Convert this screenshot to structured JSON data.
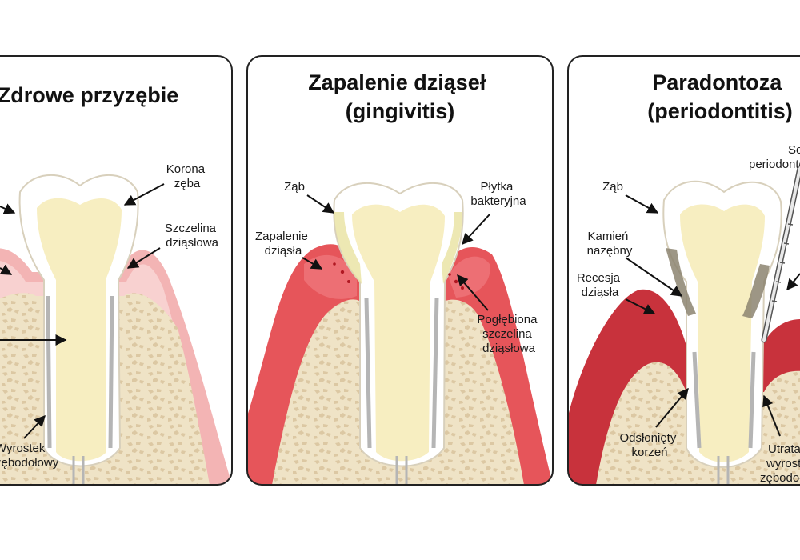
{
  "colors": {
    "bone": "#efe3c6",
    "bone_spot": "#dcc8a3",
    "gum_healthy": "#f3b4b4",
    "gum_healthy_light": "#fbe0de",
    "gum_inflamed": "#e6555a",
    "gum_periodontitis": "#c8323c",
    "dentin": "#f7eec1",
    "enamel": "#ffffff",
    "root_line": "#b5b5b5",
    "calculus": "#8c8470",
    "panel_border": "#222222",
    "arrow": "#111111"
  },
  "panels": [
    {
      "title_lines": [
        "Zdrowe przyzębie"
      ],
      "labels": {
        "crown": [
          "Korona",
          "zęba"
        ],
        "sulcus": [
          "Szczelina",
          "dziąsłowa"
        ],
        "alveolar": [
          "Wyrostek",
          "zębodołowy"
        ]
      }
    },
    {
      "title_lines": [
        "Zapalenie dziąseł",
        "(gingivitis)"
      ],
      "labels": {
        "tooth": [
          "Ząb"
        ],
        "plaque": [
          "Płytka",
          "bakteryjna"
        ],
        "inflammation": [
          "Zapalenie",
          "dziąsła"
        ],
        "deep_sulcus": [
          "Pogłębiona",
          "szczelina",
          "dziąsłowa"
        ]
      }
    },
    {
      "title_lines": [
        "Paradontoza",
        "(periodontitis)"
      ],
      "labels": {
        "tooth": [
          "Ząb"
        ],
        "probe": [
          "Sonda",
          "periodontologiczna"
        ],
        "calculus": [
          "Kamień",
          "nazębny"
        ],
        "recession": [
          "Recesja",
          "dziąsła"
        ],
        "exposed_root": [
          "Odsłonięty",
          "korzeń"
        ],
        "bone_loss": [
          "Utrata",
          "wyrostka",
          "zębodołowego"
        ]
      }
    }
  ]
}
